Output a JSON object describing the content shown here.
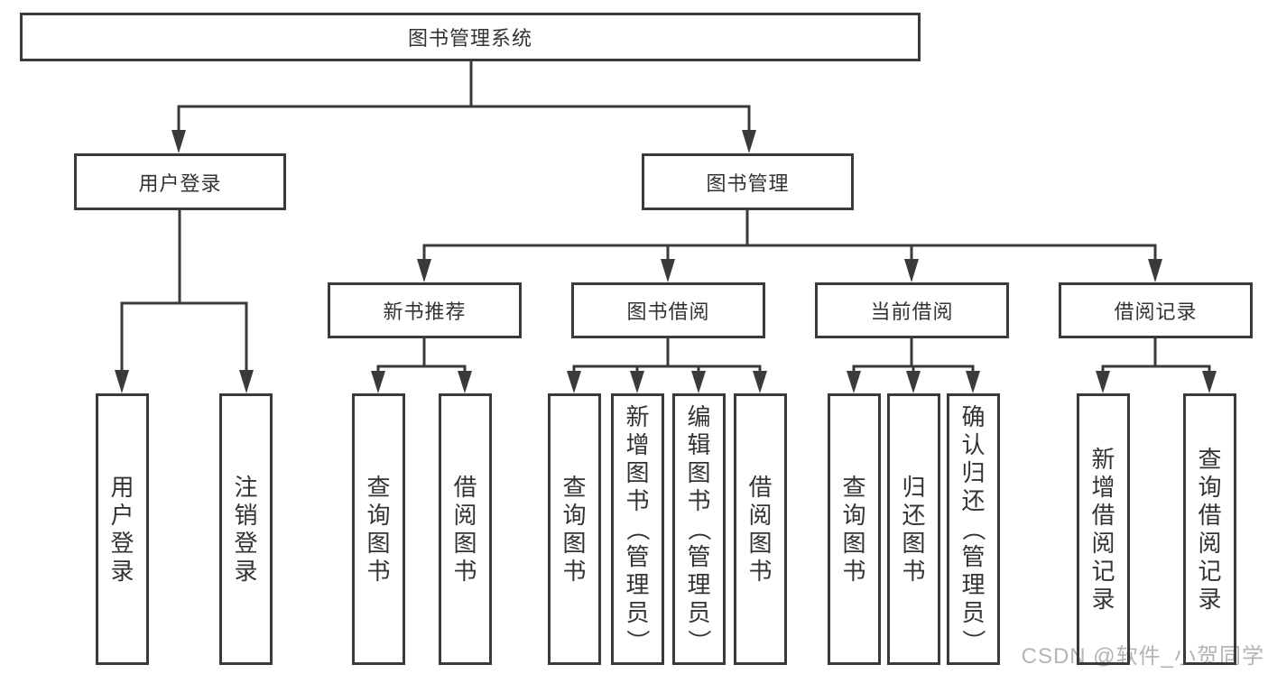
{
  "diagram_type": "hierarchy-tree",
  "watermark": "CSDN @软件_小贺同学",
  "colors": {
    "line": "#3a3a3a",
    "text": "#333333",
    "watermark": "#b4b4b4",
    "background": "#ffffff"
  },
  "hierarchy": {
    "root": "图书管理系统",
    "children": [
      {
        "label": "用户登录",
        "children": [
          "用户登录",
          "注销登录"
        ]
      },
      {
        "label": "图书管理",
        "children": [
          {
            "label": "新书推荐",
            "children": [
              "查询图书",
              "借阅图书"
            ]
          },
          {
            "label": "图书借阅",
            "children": [
              "查询图书",
              "新增图书（管理员）",
              "编辑图书（管理员）",
              "借阅图书"
            ]
          },
          {
            "label": "当前借阅",
            "children": [
              "查询图书",
              "归还图书",
              "确认归还（管理员）"
            ]
          },
          {
            "label": "借阅记录",
            "children": [
              "新增借阅记录",
              "查询借阅记录"
            ]
          }
        ]
      }
    ]
  }
}
